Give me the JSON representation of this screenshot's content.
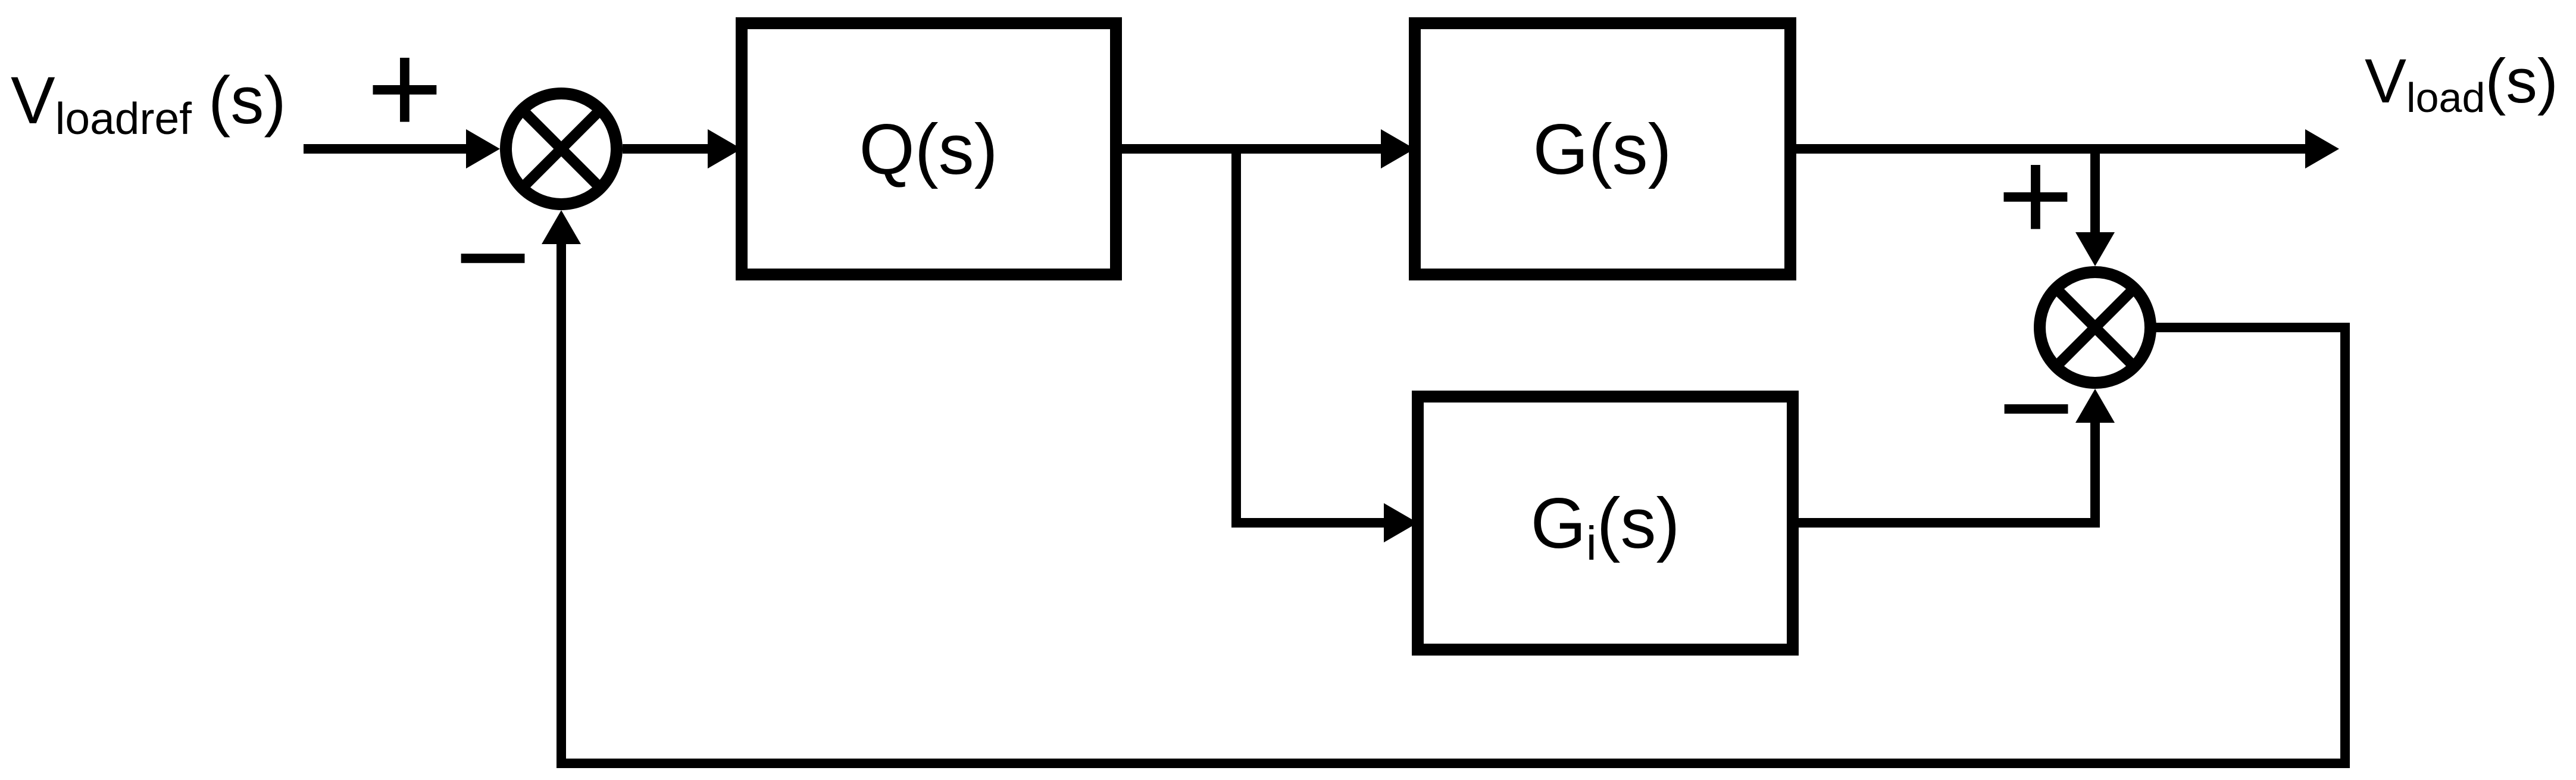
{
  "diagram": {
    "colors": {
      "background": "#ffffff",
      "line": "#000000"
    },
    "input_signal": {
      "base": "V",
      "sub": "loadref",
      "suffix": "(s)"
    },
    "output_signal": {
      "base": "V",
      "sub": "load",
      "suffix": "(s)"
    },
    "blocks": {
      "q": {
        "label": "Q(s)"
      },
      "g": {
        "label": "G(s)"
      },
      "gi": {
        "base": "G",
        "sub": "i",
        "suffix": "(s)"
      }
    },
    "junction1": {
      "plus": "+",
      "minus": "−"
    },
    "junction2": {
      "plus": "+",
      "minus": "−"
    }
  }
}
